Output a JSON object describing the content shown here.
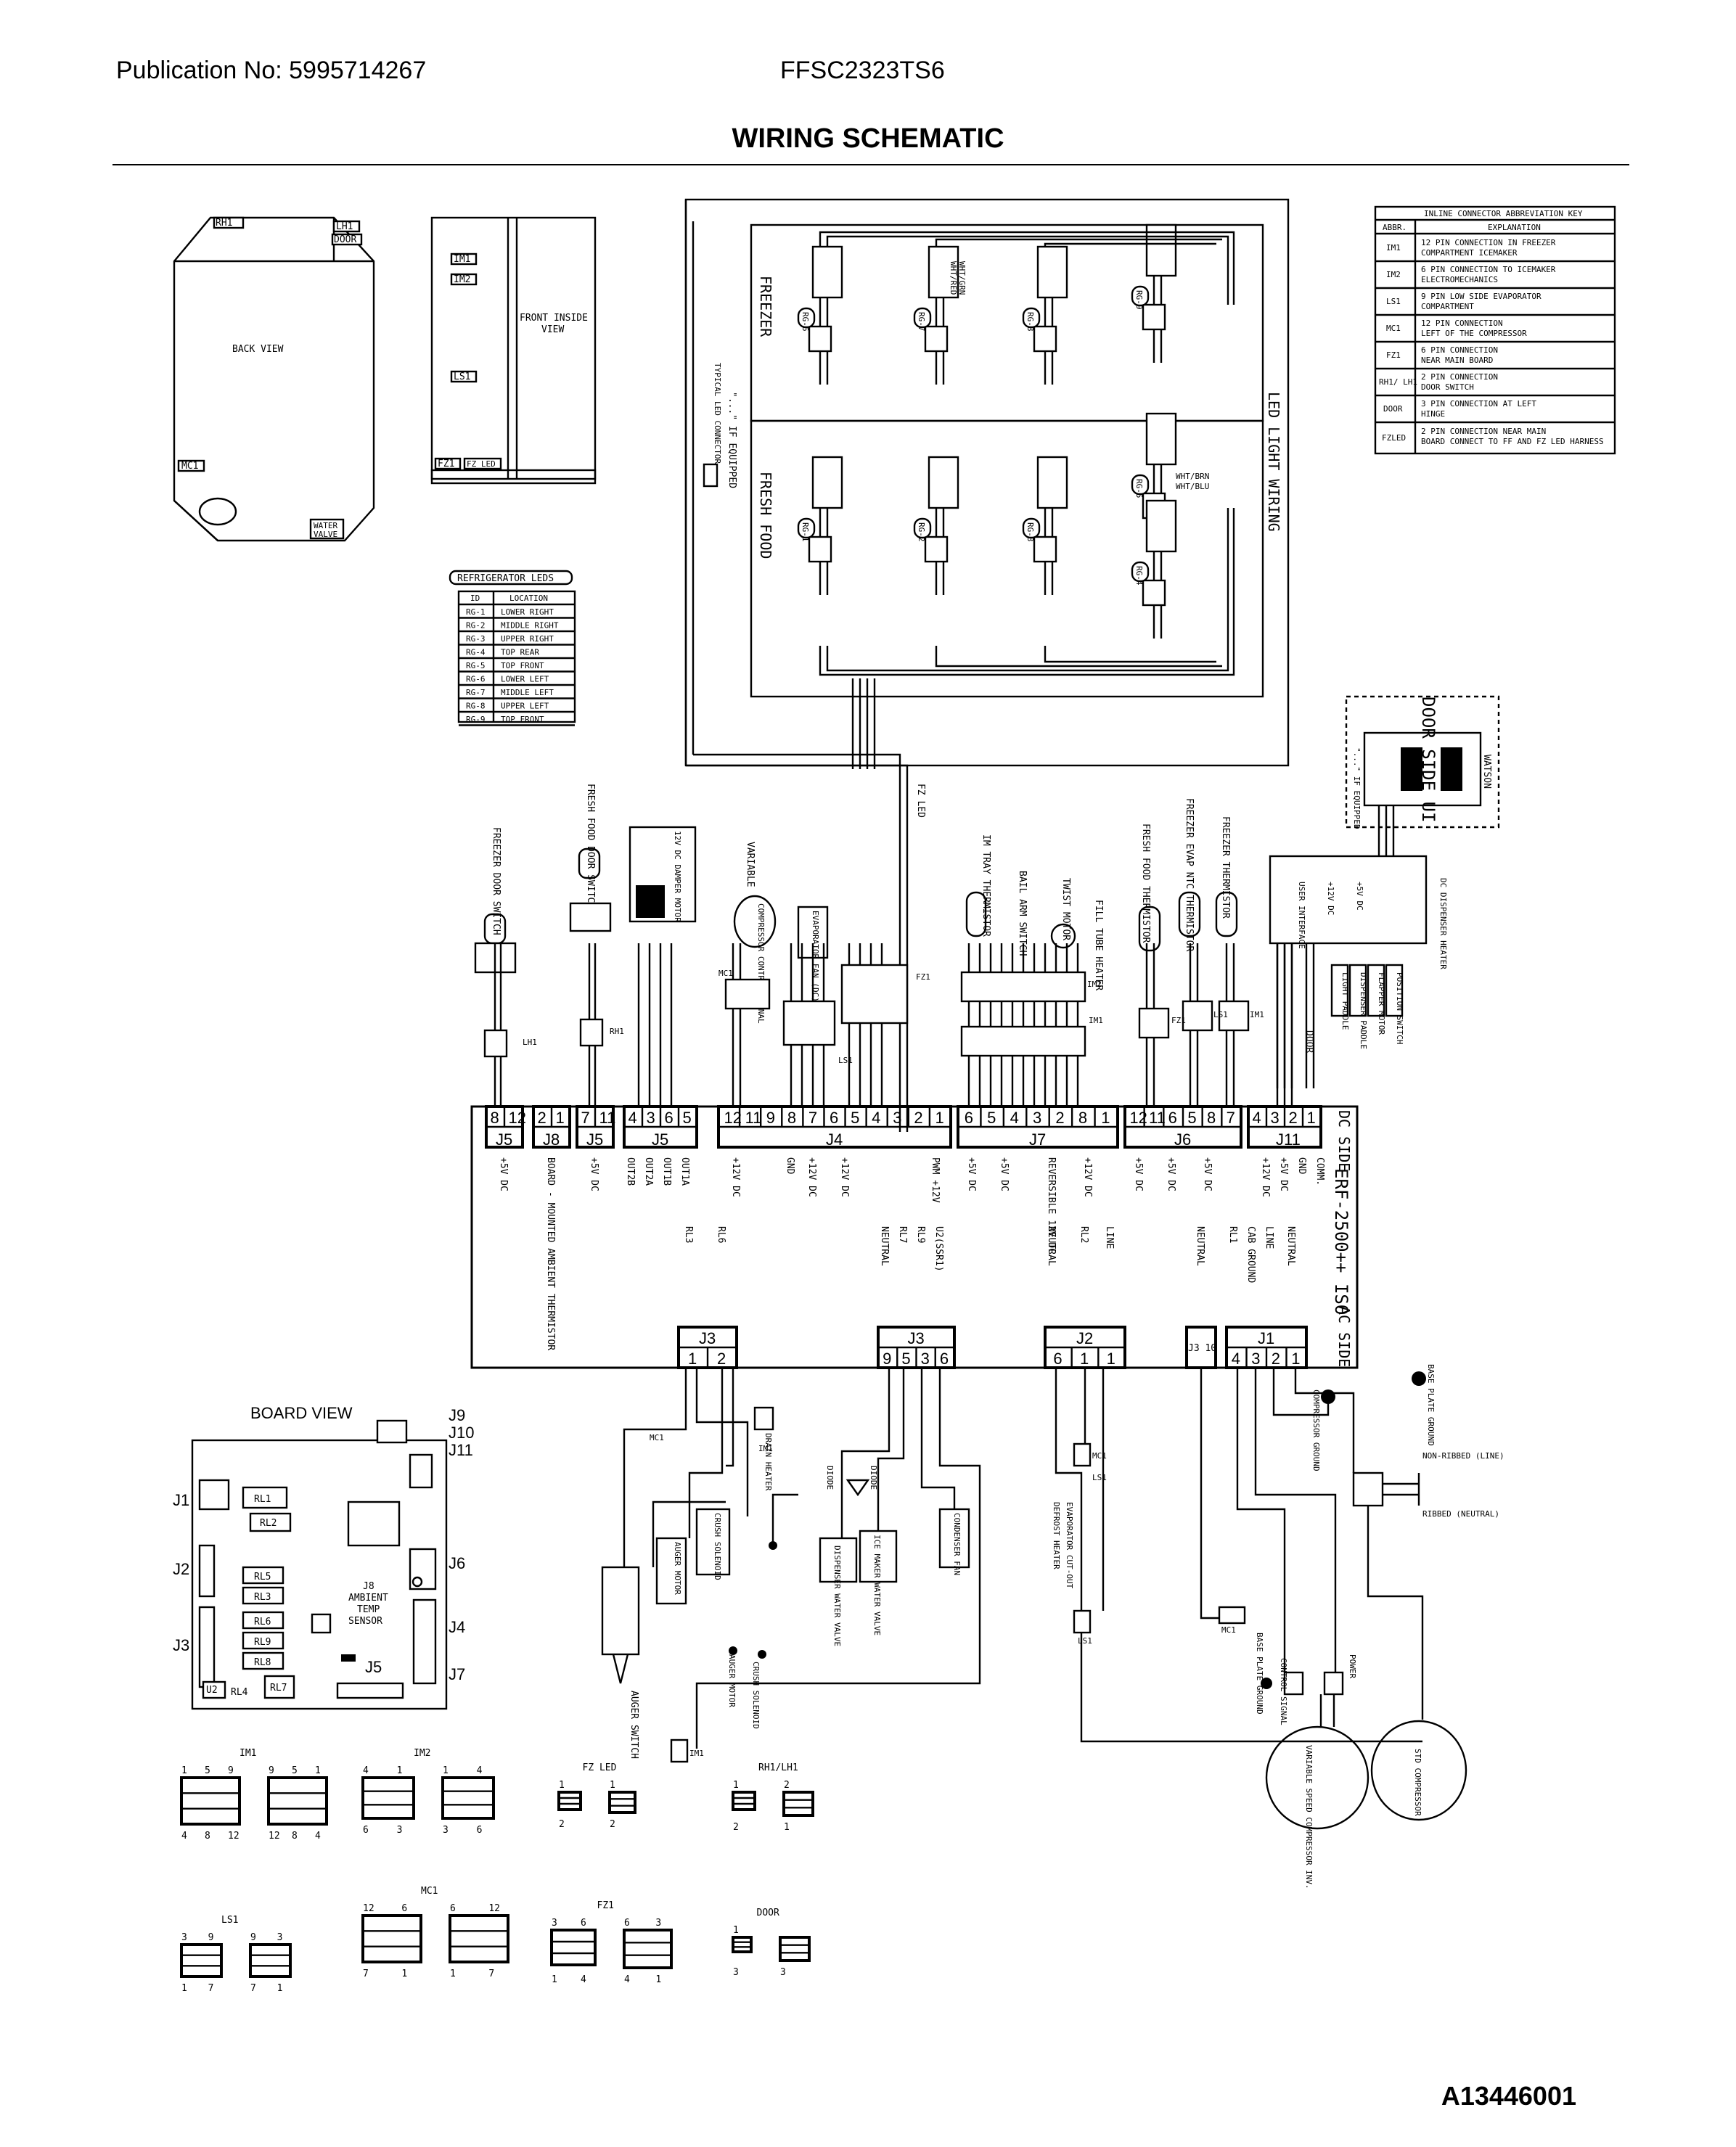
{
  "header": {
    "publication": "Publication No: 5995714267",
    "model": "FFSC2323TS6",
    "title": "WIRING SCHEMATIC",
    "doc_id": "A13446001"
  },
  "views": {
    "back_view": "BACK VIEW",
    "front_inside_view": [
      "FRONT INSIDE",
      "VIEW"
    ],
    "back_labels": [
      "RH1",
      "LH1",
      "DOOR",
      "MC1",
      "WATER",
      "VALVE"
    ],
    "front_labels": [
      "IM1",
      "IM2",
      "LS1",
      "FZ1",
      "FZ LED"
    ]
  },
  "abbrev_key": {
    "title": "INLINE CONNECTOR ABBREVIATION KEY",
    "col_abbr": "ABBR.",
    "col_expl": "EXPLANATION",
    "rows": [
      {
        "abbr": "IM1",
        "l1": "12 PIN CONNECTION IN FREEZER",
        "l2": "COMPARTMENT ICEMAKER"
      },
      {
        "abbr": "IM2",
        "l1": "6 PIN CONNECTION TO ICEMAKER",
        "l2": "ELECTROMECHANICS"
      },
      {
        "abbr": "LS1",
        "l1": "9 PIN LOW SIDE EVAPORATOR",
        "l2": "COMPARTMENT"
      },
      {
        "abbr": "MC1",
        "l1": "12 PIN CONNECTION",
        "l2": "LEFT OF THE COMPRESSOR"
      },
      {
        "abbr": "FZ1",
        "l1": "6 PIN CONNECTION",
        "l2": "NEAR MAIN BOARD"
      },
      {
        "abbr": "RH1/ LH1",
        "l1": "2 PIN CONNECTION",
        "l2": "DOOR SWITCH"
      },
      {
        "abbr": "DOOR",
        "l1": "3 PIN CONNECTION AT LEFT",
        "l2": "HINGE"
      },
      {
        "abbr": "FZLED",
        "l1": "2 PIN CONNECTION NEAR MAIN",
        "l2": "BOARD CONNECT TO FF AND FZ LED HARNESS"
      }
    ]
  },
  "leds_table": {
    "title": "REFRIGERATOR LEDS",
    "col_id": "ID",
    "col_loc": "LOCATION",
    "rows": [
      {
        "id": "RG-1",
        "loc": "LOWER RIGHT"
      },
      {
        "id": "RG-2",
        "loc": "MIDDLE RIGHT"
      },
      {
        "id": "RG-3",
        "loc": "UPPER RIGHT"
      },
      {
        "id": "RG-4",
        "loc": "TOP REAR"
      },
      {
        "id": "RG-5",
        "loc": "TOP FRONT"
      },
      {
        "id": "RG-6",
        "loc": "LOWER LEFT"
      },
      {
        "id": "RG-7",
        "loc": "MIDDLE LEFT"
      },
      {
        "id": "RG-8",
        "loc": "UPPER LEFT"
      },
      {
        "id": "RG-9",
        "loc": "TOP FRONT"
      }
    ]
  },
  "led_area": {
    "freezer": "FREEZER",
    "fresh_food": "FRESH FOOD",
    "led_light_wiring": "LED LIGHT WIRING",
    "if_equipped": "\"...\" IF EQUIPPED",
    "typical_led": "TYPICAL LED CONNECTOR",
    "leds": [
      "RG-6",
      "RG-7",
      "RG-8",
      "RG-9",
      "RG-5",
      "RG-1",
      "RG-2",
      "RG-3",
      "RG-4"
    ],
    "wire_labels": [
      "WHT/RED",
      "WHT/GRN",
      "WHT/BRN",
      "WHT/BLU"
    ]
  },
  "ui": {
    "door_side_ui": "DOOR SIDE UI",
    "watson": "WATSON",
    "if_equipped": "\"...\" IF EQUIPPED",
    "dc_dispenser_heater": "DC DISPENSER HEATER",
    "labels": [
      "USER INTERFACE",
      "+12V DC",
      "+5V DC",
      "LIGHT PADDLE",
      "DISPENSER PADDLE",
      "FLAPPER MOTOR",
      "POSITION SWITCH"
    ]
  },
  "components_top": {
    "freezer_door_switch": "FREEZER DOOR SWITCH",
    "fresh_food_door_switch": "FRESH FOOD DOOR SWITCH",
    "damper_motor": "12V DC DAMPER MOTOR",
    "variable_speed": "VARIABLE",
    "compressor_signal": "COMPRESSOR CONTROL SIGNAL",
    "evaporator_fan": "EVAPORATOR FAN (DC)",
    "fz_led": "FZ LED",
    "im_tray_thermistor": "IM TRAY THERMISTOR",
    "bail_arm_switch": "BAIL ARM SWITCH",
    "twist_motor": "TWIST MOTOR",
    "fill_tube_heater": "FILL TUBE HEATER",
    "fresh_food_thermistor": "FRESH FOOD THERMISTOR",
    "freezer_evap_ntc": "FREEZER EVAP NTC THERMISTOR",
    "freezer_thermistor": "FREEZER THERMISTOR",
    "door": "DOOR",
    "connectors": [
      "LH1",
      "RH1",
      "MC1",
      "LS1",
      "FZ1",
      "IM1",
      "IM2",
      "FZ1",
      "LS1",
      "IM1"
    ]
  },
  "board": {
    "name": "ERF-2500++ ISO",
    "dc_side": "DC SIDE",
    "ac_side": "AC SIDE",
    "j5a": {
      "label": "J5",
      "pins": [
        "8",
        "12"
      ]
    },
    "j8": {
      "label": "J8",
      "pins": [
        "2",
        "1"
      ]
    },
    "j5b": {
      "label": "J5",
      "pins": [
        "7",
        "11"
      ]
    },
    "j5c": {
      "label": "J5",
      "pins": [
        "4",
        "3",
        "6",
        "5"
      ]
    },
    "j4": {
      "label": "J4",
      "pins": [
        "12",
        "11",
        "9",
        "8",
        "7",
        "6",
        "5",
        "4",
        "3",
        "2",
        "1"
      ]
    },
    "j7": {
      "label": "J7",
      "pins": [
        "6",
        "5",
        "4",
        "3",
        "2",
        "8",
        "1"
      ]
    },
    "j6": {
      "label": "J6",
      "pins": [
        "12",
        "11",
        "6",
        "5",
        "8",
        "7"
      ]
    },
    "j11": {
      "label": "J11",
      "pins": [
        "4",
        "3",
        "2",
        "1"
      ]
    },
    "j3a": {
      "label": "J3",
      "pins": [
        "1",
        "2"
      ]
    },
    "j3b": {
      "label": "J3",
      "pins": [
        "9",
        "5",
        "3",
        "6"
      ]
    },
    "j2": {
      "label": "J2",
      "pins": [
        "6",
        "1",
        "1"
      ]
    },
    "j10": {
      "label": "J3 10",
      "pins": []
    },
    "j1": {
      "label": "J1",
      "pins": [
        "4",
        "3",
        "2",
        "1"
      ]
    },
    "bottom_labels": [
      "+5V DC",
      "BOARD - MOUNTED AMBIENT THERMISTOR",
      "+5V DC",
      "OUT2B",
      "OUT2A",
      "OUT1B",
      "OUT1A",
      "+12V DC",
      "GND",
      "+12V DC",
      "+12V DC",
      "PWM +12V",
      "+5V DC",
      "+5V DC",
      "REVERSIBLE 12V DC",
      "+12V DC",
      "+5V DC",
      "+5V DC",
      "+5V DC",
      "+12V DC",
      "+5V DC",
      "GND",
      "COMM."
    ],
    "ac_labels": [
      "RL3",
      "RL6",
      "NEUTRAL",
      "RL7",
      "RL9",
      "U2(SSR1)",
      "NEUTRAL",
      "RL2",
      "LINE",
      "NEUTRAL",
      "RL1",
      "CAB GROUND",
      "LINE",
      "NEUTRAL"
    ]
  },
  "board_view": {
    "title": "BOARD VIEW",
    "relays": [
      "RL1",
      "RL2",
      "RL5",
      "RL3",
      "RL6",
      "RL9",
      "RL8",
      "RL4",
      "RL7",
      "U2"
    ],
    "jacks": [
      "J1",
      "J2",
      "J3",
      "J4",
      "J5",
      "J6",
      "J7",
      "J9",
      "J10",
      "J11"
    ],
    "ambient": [
      "J8",
      "AMBIENT",
      "TEMP",
      "SENSOR"
    ]
  },
  "ac_components": {
    "auger_switch": "AUGER SWITCH",
    "auger_motor": "AUGER MOTOR",
    "crush_solenoid": "CRUSH SOLENOID",
    "drain_heater": "DRAIN HEATER",
    "ice_maker_water_valve": "ICE MAKER WATER VALVE",
    "dispenser_water_valve": "DISPENSER WATER VALVE",
    "diode": "DIODE",
    "condenser_fan": "CONDENSER FAN",
    "defrost_heater": "DEFROST HEATER",
    "evaporator_cutout": "EVAPORATOR CUT-OUT",
    "base_plate_ground": "BASE PLATE GROUND",
    "compressor_ground": "COMPRESSOR GROUND",
    "non_ribbed": "NON-RIBBED (LINE)",
    "ribbed": "RIBBED (NEUTRAL)",
    "variable_speed_compressor": "VARIABLE SPEED COMPRESSOR INV.",
    "std_compressor": "STD COMPRESSOR",
    "power": "POWER",
    "control_signal": "CONTROL SIGNAL",
    "connectors": [
      "MC1",
      "LS1",
      "IM1",
      "MC1",
      "LS1",
      "MC1",
      "IM1"
    ]
  },
  "connector_legend": [
    {
      "name": "IM1",
      "pins_top": [
        "1",
        "5",
        "9",
        "9",
        "5",
        "1"
      ],
      "pins_bottom": [
        "4",
        "8",
        "12",
        "12",
        "8",
        "4"
      ]
    },
    {
      "name": "IM2",
      "pins_top": [
        "4",
        "1",
        "1",
        "4"
      ],
      "pins_bottom": [
        "6",
        "3",
        "3",
        "6"
      ]
    },
    {
      "name": "FZ LED",
      "pins_top": [
        "1",
        "1"
      ],
      "pins_bottom": [
        "2",
        "2"
      ]
    },
    {
      "name": "RH1/LH1",
      "pins_top": [
        "1",
        "2"
      ],
      "pins_bottom": [
        "2",
        "1"
      ]
    },
    {
      "name": "LS1",
      "pins_top": [
        "3",
        "9",
        "9",
        "3"
      ],
      "pins_bottom": [
        "1",
        "7",
        "7",
        "1"
      ]
    },
    {
      "name": "MC1",
      "pins_top": [
        "12",
        "6",
        "6",
        "12"
      ],
      "pins_bottom": [
        "7",
        "1",
        "1",
        "7"
      ]
    },
    {
      "name": "FZ1",
      "pins_top": [
        "3",
        "6",
        "6",
        "3"
      ],
      "pins_bottom": [
        "1",
        "4",
        "4",
        "1"
      ]
    },
    {
      "name": "DOOR",
      "pins_top": [
        "1"
      ],
      "pins_bottom": [
        "3",
        "3"
      ]
    }
  ]
}
